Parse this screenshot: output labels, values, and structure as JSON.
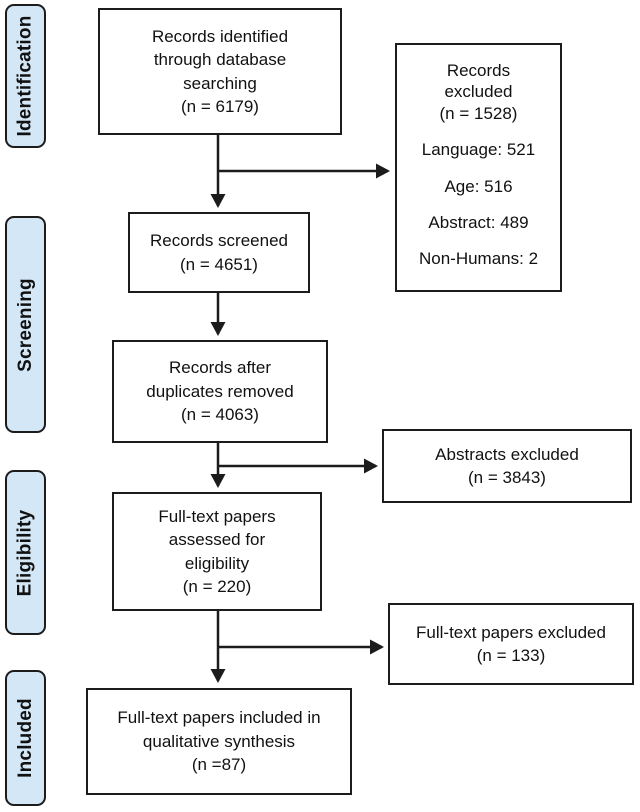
{
  "stages": [
    {
      "label": "Identification"
    },
    {
      "label": "Screening"
    },
    {
      "label": "Eligibility"
    },
    {
      "label": "Included"
    }
  ],
  "flow": {
    "identified": {
      "text": "Records identified\nthrough database\nsearching\n(n = 6179)",
      "n": 6179
    },
    "screened": {
      "text": "Records screened\n(n = 4651)",
      "n": 4651
    },
    "deduplicated": {
      "text": "Records after\nduplicates removed\n(n = 4063)",
      "n": 4063
    },
    "assessed": {
      "text": "Full-text papers\nassessed for\neligibility\n(n = 220)",
      "n": 220
    },
    "included": {
      "text": "Full-text papers included in\nqualitative synthesis\n(n =87)",
      "n": 87
    }
  },
  "exclusions": {
    "records": {
      "header": "Records\nexcluded\n(n = 1528)",
      "n": 1528,
      "items": [
        "Language: 521",
        "Age: 516",
        "Abstract: 489",
        "Non-Humans: 2"
      ]
    },
    "abstracts": {
      "text": "Abstracts excluded\n(n = 3843)",
      "n": 3843
    },
    "fulltext": {
      "text": "Full-text papers excluded\n(n = 133)",
      "n": 133
    }
  },
  "colors": {
    "stage_fill": "#d4e7f7",
    "border": "#1c1c1c",
    "box_fill": "#ffffff"
  }
}
